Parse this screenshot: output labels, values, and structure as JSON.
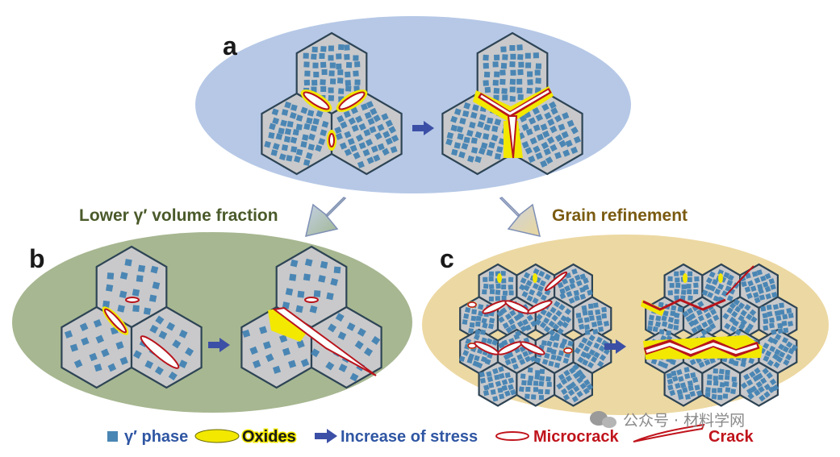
{
  "panels": [
    {
      "letter": "a"
    },
    {
      "letter": "b"
    },
    {
      "letter": "c"
    }
  ],
  "arrows": {
    "left_label": "Lower γ′ volume fraction",
    "right_label": "Grain refinement"
  },
  "legend": {
    "gamma_prime": "γ′ phase",
    "oxides": "Oxides",
    "stress": "Increase of stress",
    "microcrack": "Microcrack",
    "crack": "Crack"
  },
  "watermark": "公众号 · 材料学网",
  "colors": {
    "panel_a_bg": "#b6c8e6",
    "panel_b_bg": "#a7b791",
    "panel_c_bg": "#ecd8a2",
    "grain_fill": "#c9c9cb",
    "grain_stroke": "#2d4455",
    "gamma_prime": "#4a86b4",
    "oxide": "#f2e800",
    "crack": "#b8141c",
    "stress_arrow": "#3c4fa6",
    "label_left": "#4a5a2a",
    "label_right": "#7a5a10",
    "legend_blue": "#2f56a3",
    "legend_red": "#c0141c"
  }
}
